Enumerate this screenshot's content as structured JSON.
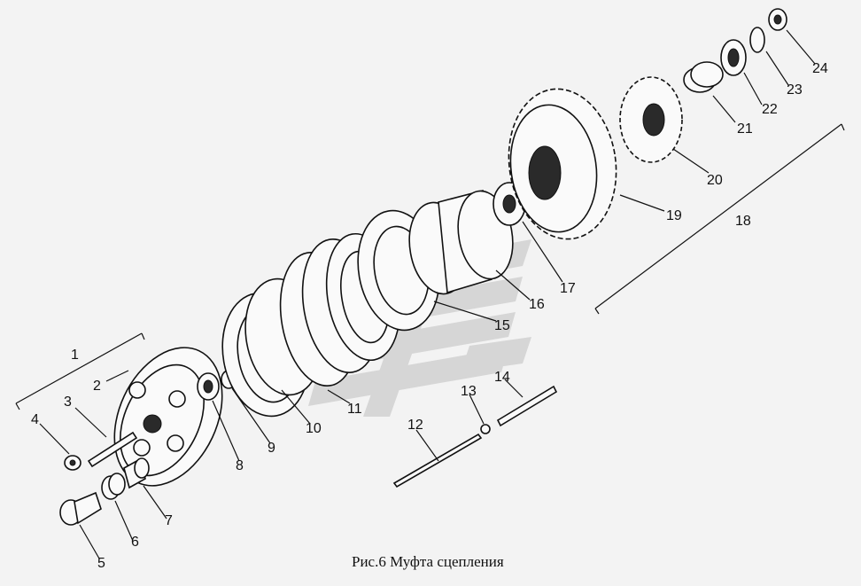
{
  "caption": "Рис.6  Муфта сцепления",
  "labels": [
    "1",
    "2",
    "3",
    "4",
    "5",
    "6",
    "7",
    "8",
    "9",
    "10",
    "11",
    "12",
    "13",
    "14",
    "15",
    "16",
    "17",
    "18",
    "19",
    "20",
    "21",
    "22",
    "23",
    "24"
  ]
}
